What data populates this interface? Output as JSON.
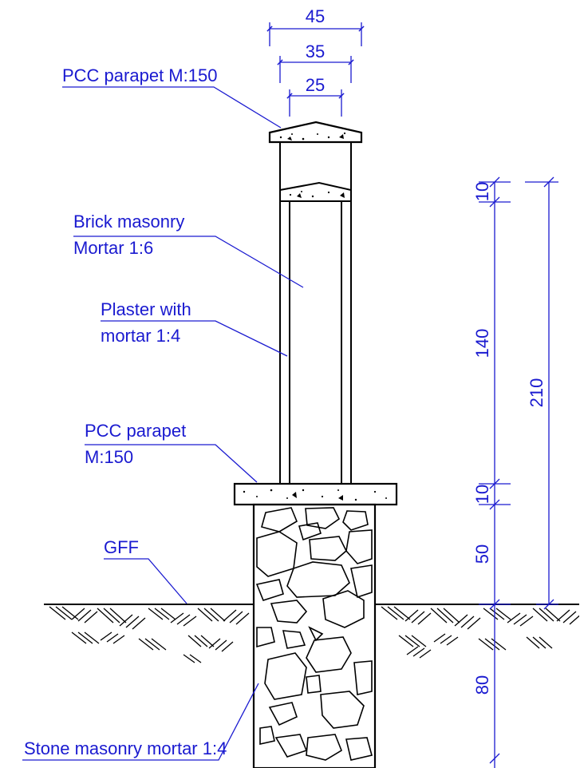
{
  "colors": {
    "annotation": "#1a1ad0",
    "linework": "#000000",
    "background": "#ffffff"
  },
  "labels": {
    "pcc_parapet_top": "PCC  parapet M:150",
    "brick_masonry_1": "Brick masonry",
    "brick_masonry_2": "Mortar 1:6",
    "plaster_1": "Plaster with",
    "plaster_2": "mortar 1:4",
    "pcc_parapet_mid_1": "PCC parapet",
    "pcc_parapet_mid_2": "M:150",
    "gff": "GFF",
    "stone_masonry": "Stone masonry mortar 1:4"
  },
  "dimensions": {
    "width_45": "45",
    "width_35": "35",
    "width_25": "25",
    "height_10_top": "10",
    "height_140": "140",
    "height_10_mid": "10",
    "height_50": "50",
    "height_80": "80",
    "height_210": "210"
  }
}
